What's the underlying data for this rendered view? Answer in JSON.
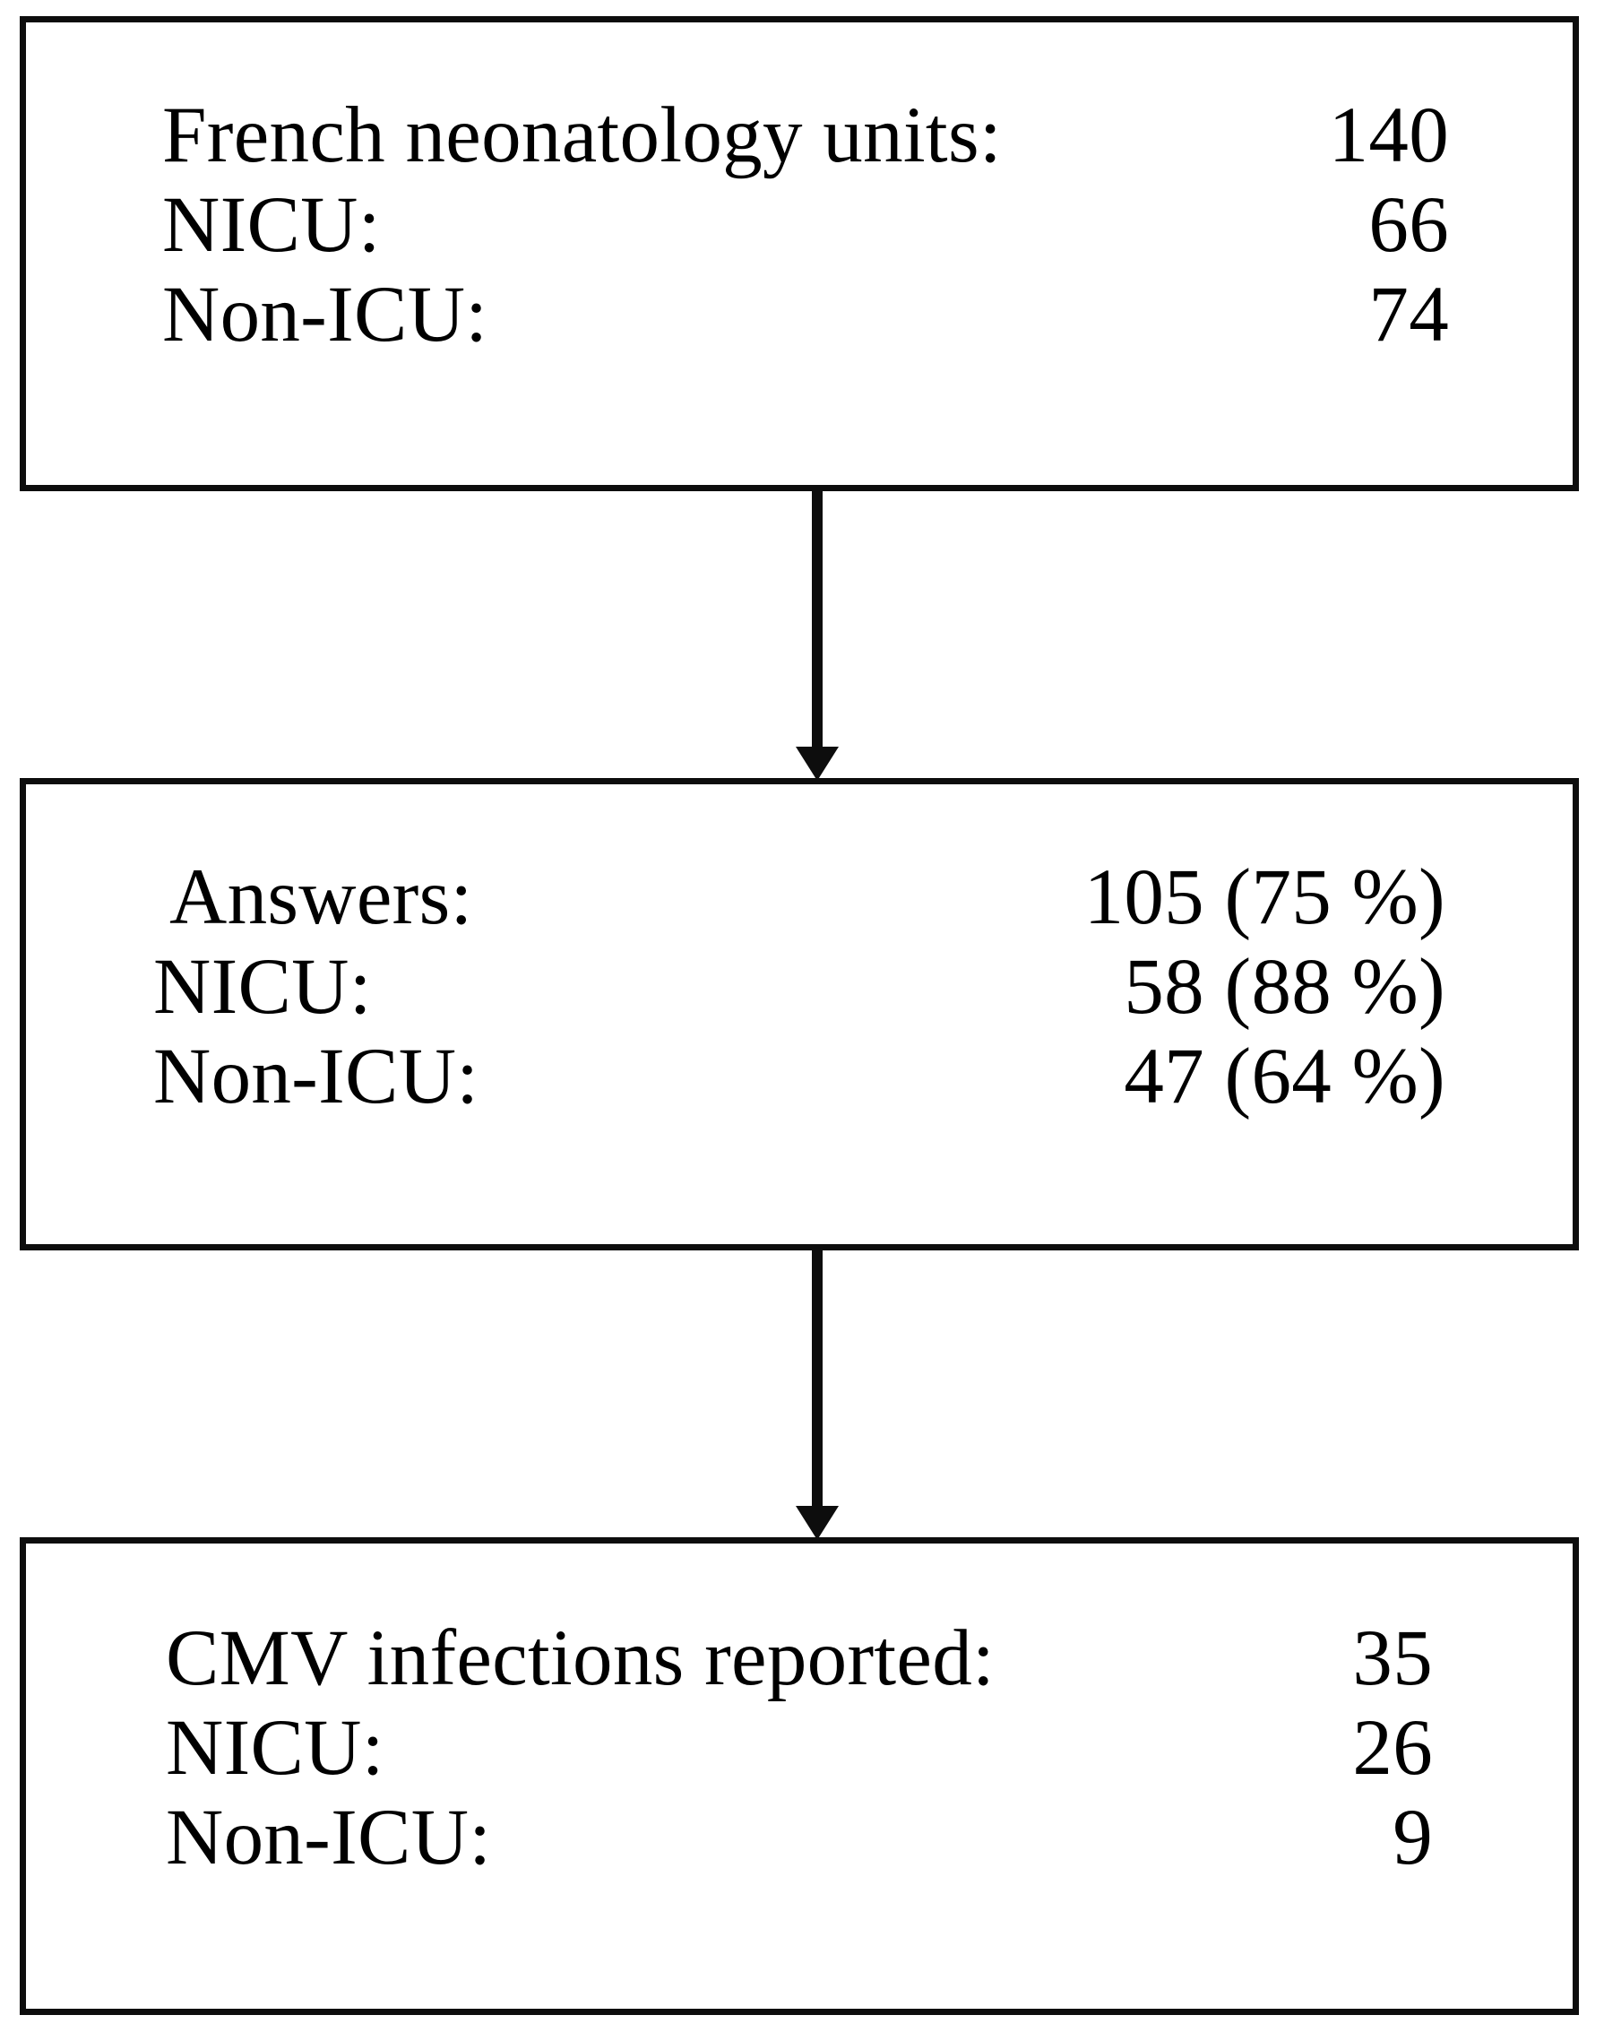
{
  "diagram": {
    "type": "flowchart",
    "title": "French neonatology units CMV survey flow",
    "orientation": "vertical",
    "colors": {
      "border": "#0d0d0d",
      "background": "#ffffff",
      "text": "#000000"
    },
    "boxes": [
      {
        "id": "box-1",
        "name": "french-neonatology-units-box",
        "rows": [
          {
            "label": "French neonatology units:",
            "value": "140"
          },
          {
            "label": "NICU:",
            "value": "66"
          },
          {
            "label": "Non-ICU:",
            "value": "74"
          }
        ]
      },
      {
        "id": "box-2",
        "name": "answers-box",
        "rows": [
          {
            "label": "Answers:",
            "value": "105 (75 %)"
          },
          {
            "label": "NICU:",
            "value": "58 (88 %)"
          },
          {
            "label": "Non-ICU:",
            "value": "47 (64 %)"
          }
        ]
      },
      {
        "id": "box-3",
        "name": "cmv-infections-reported-box",
        "rows": [
          {
            "label": "CMV infections reported:",
            "value": "35"
          },
          {
            "label": "NICU:",
            "value": "26"
          },
          {
            "label": "Non-ICU:",
            "value": "9"
          }
        ]
      }
    ],
    "arrows": [
      {
        "id": "arrow-1",
        "name": "arrow-box1-to-box2",
        "direction": "down"
      },
      {
        "id": "arrow-2",
        "name": "arrow-box2-to-box3",
        "direction": "down"
      }
    ]
  }
}
